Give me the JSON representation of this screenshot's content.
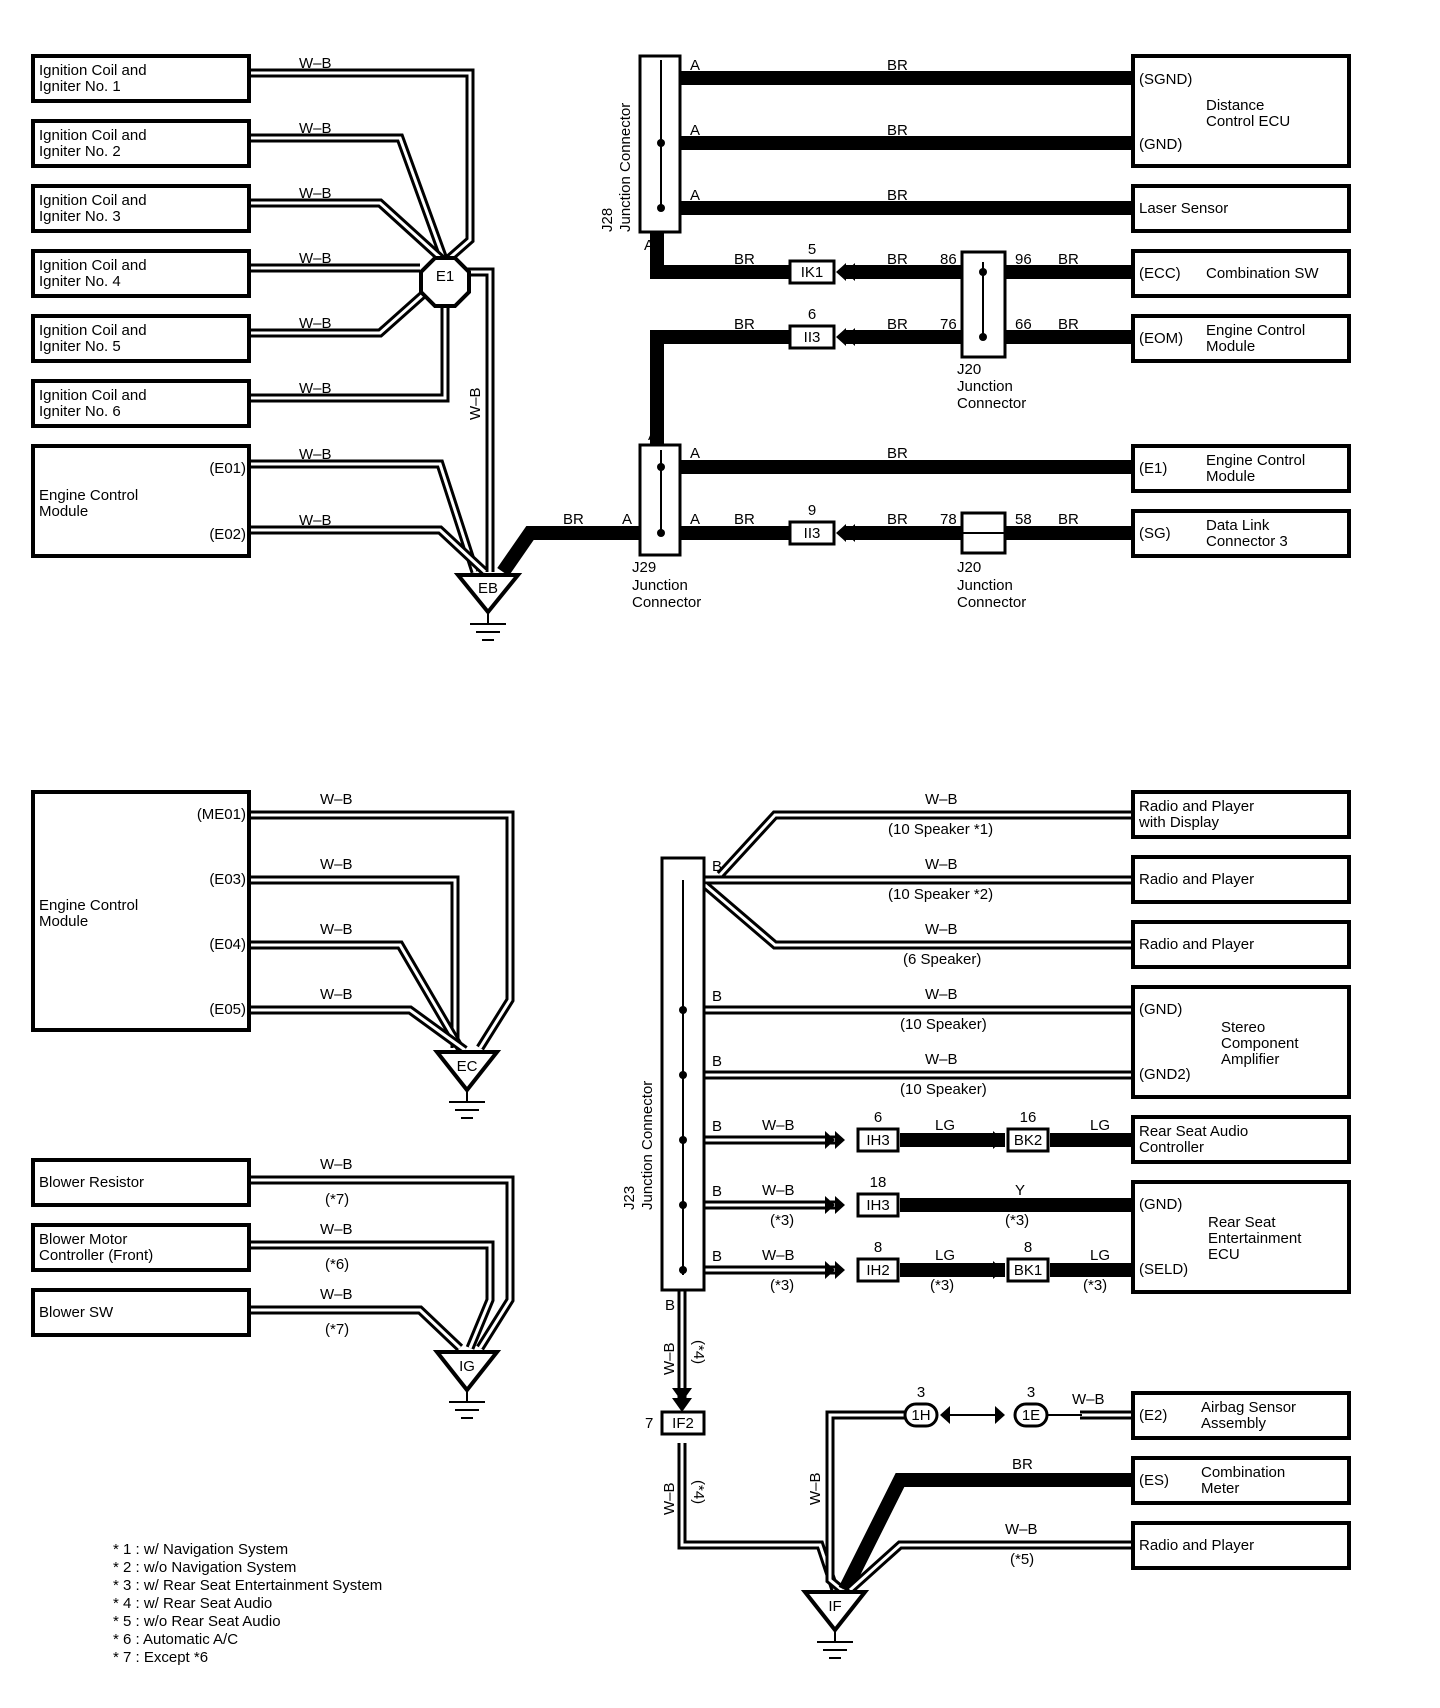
{
  "top_left": {
    "devices": [
      {
        "line1": "Ignition Coil and",
        "line2": "Igniter No. 1"
      },
      {
        "line1": "Ignition Coil and",
        "line2": "Igniter No. 2"
      },
      {
        "line1": "Ignition Coil and",
        "line2": "Igniter No. 3"
      },
      {
        "line1": "Ignition Coil and",
        "line2": "Igniter No. 4"
      },
      {
        "line1": "Ignition Coil and",
        "line2": "Igniter No. 5"
      },
      {
        "line1": "Ignition Coil and",
        "line2": "Igniter No. 6"
      }
    ],
    "ecm": {
      "line1": "Engine Control",
      "line2": "Module",
      "pin1": "(E01)",
      "pin2": "(E02)"
    },
    "wire": "W–B",
    "junction": "E1",
    "ground": "EB"
  },
  "top_right": {
    "j28": {
      "line1": "J28",
      "line2": "Junction Connector"
    },
    "j29": {
      "line1": "J29",
      "line2": "Junction",
      "line3": "Connector"
    },
    "j20a": {
      "line1": "J20",
      "line2": "Junction",
      "line3": "Connector"
    },
    "j20b": {
      "line1": "J20",
      "line2": "Junction",
      "line3": "Connector"
    },
    "wire": "BR",
    "pin": "A",
    "devices": [
      {
        "pin1": "(SGND)",
        "pin2": "(GND)",
        "line1": "Distance",
        "line2": "Control ECU"
      },
      {
        "label": "Laser Sensor"
      },
      {
        "pin": "(ECC)",
        "label": "Combination SW"
      },
      {
        "pin": "(EOM)",
        "line1": "Engine Control",
        "line2": "Module"
      },
      {
        "pin": "(E1)",
        "line1": "Engine Control",
        "line2": "Module"
      },
      {
        "pin": "(SG)",
        "line1": "Data Link",
        "line2": "Connector 3"
      }
    ],
    "connectors": [
      {
        "id": "IK1",
        "pin": "5"
      },
      {
        "id": "II3",
        "pin": "6"
      },
      {
        "id": "II3",
        "pin": "9"
      }
    ],
    "jpins": {
      "p86": "86",
      "p96": "96",
      "p76": "76",
      "p66": "66",
      "p78": "78",
      "p58": "58"
    }
  },
  "mid_left": {
    "ecm": {
      "line1": "Engine Control",
      "line2": "Module",
      "pins": [
        "(ME01)",
        "(E03)",
        "(E04)",
        "(E05)"
      ]
    },
    "wire": "W–B",
    "ground": "EC"
  },
  "bottom_left": {
    "devices": [
      {
        "label": "Blower Resistor",
        "note": "(*7)"
      },
      {
        "line1": "Blower Motor",
        "line2": "Controller (Front)",
        "note": "(*6)"
      },
      {
        "label": "Blower SW",
        "note": "(*7)"
      }
    ],
    "wire": "W–B",
    "ground": "IG"
  },
  "bottom_right": {
    "j23": {
      "line1": "J23",
      "line2": "Junction Connector"
    },
    "pinB": "B",
    "wire": "W–B",
    "lg": "LG",
    "y": "Y",
    "br": "BR",
    "notes": {
      "n10s1": "(10 Speaker *1)",
      "n10s2": "(10 Speaker *2)",
      "n6s": "(6 Speaker)",
      "n10s": "(10 Speaker)",
      "s3": "(*3)",
      "s4": "(*4)",
      "s5": "(*5)"
    },
    "devices": [
      {
        "line1": "Radio and Player",
        "line2": "with Display"
      },
      {
        "label": "Radio and Player"
      },
      {
        "label": "Radio and Player"
      },
      {
        "pin1": "(GND)",
        "pin2": "(GND2)",
        "line1": "Stereo",
        "line2": "Component",
        "line3": "Amplifier"
      },
      {
        "line1": "Rear Seat Audio",
        "line2": "Controller"
      },
      {
        "pin1": "(GND)",
        "pin2": "(SELD)",
        "line1": "Rear Seat",
        "line2": "Entertainment",
        "line3": "ECU"
      },
      {
        "pin": "(E2)",
        "line1": "Airbag Sensor",
        "line2": "Assembly"
      },
      {
        "pin": "(ES)",
        "line1": "Combination",
        "line2": "Meter"
      },
      {
        "label": "Radio and Player"
      }
    ],
    "connectors": [
      {
        "id": "IH3",
        "pin": "6"
      },
      {
        "id": "BK2",
        "pin": "16"
      },
      {
        "id": "IH3",
        "pin": "18"
      },
      {
        "id": "IH2",
        "pin": "8"
      },
      {
        "id": "BK1",
        "pin": "8"
      },
      {
        "id": "IF2",
        "pin": "7"
      },
      {
        "id": "1H",
        "pin": "3"
      },
      {
        "id": "1E",
        "pin": "3"
      }
    ],
    "ground": "IF"
  },
  "legend": [
    "* 1 : w/ Navigation System",
    "* 2 : w/o Navigation System",
    "* 3 : w/ Rear Seat Entertainment System",
    "* 4 : w/ Rear Seat Audio",
    "* 5 : w/o Rear Seat Audio",
    "* 6 : Automatic A/C",
    "* 7 : Except *6"
  ]
}
